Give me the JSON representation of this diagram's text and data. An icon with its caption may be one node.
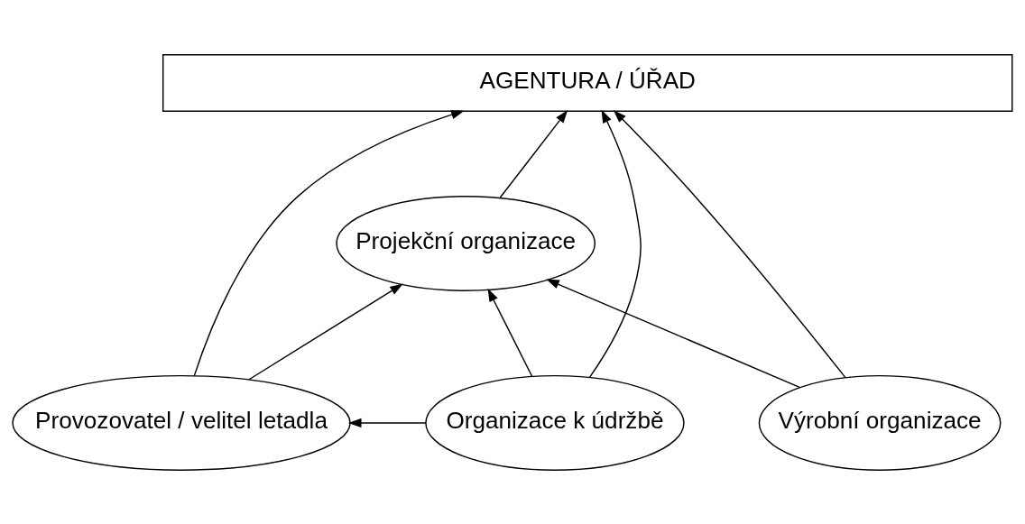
{
  "diagram": {
    "nodes": [
      {
        "text": [
          "AGENTURA / ÚŘAD"
        ]
      },
      {
        "text": [
          "Projekční organizace"
        ]
      },
      {
        "text": [
          "Provozovatel / velitel letadla"
        ]
      },
      {
        "text": [
          "Organizace k údržbě"
        ]
      },
      {
        "text": [
          "Výrobní organizace"
        ]
      }
    ],
    "edges": [
      {
        "from": 2,
        "to": 0,
        "arrow": "to"
      },
      {
        "from": 3,
        "to": 0,
        "arrow": "to"
      },
      {
        "from": 1,
        "to": 0,
        "arrow": "to"
      },
      {
        "from": 4,
        "to": 0,
        "arrow": "to"
      },
      {
        "from": 2,
        "to": 1,
        "arrow": "to"
      },
      {
        "from": 3,
        "to": 1,
        "arrow": "to"
      },
      {
        "from": 4,
        "to": 1,
        "arrow": "to"
      },
      {
        "from": 3,
        "to": 2,
        "arrow": "to"
      }
    ]
  }
}
